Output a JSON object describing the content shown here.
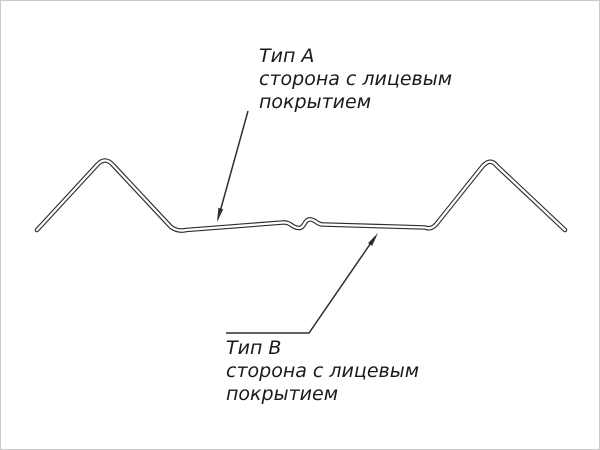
{
  "diagram": {
    "title": "Metal profile cross-section with coating side callouts",
    "labels": {
      "type_a": {
        "title": "Тип А",
        "line2": "сторона с лицевым",
        "line3": "покрытием"
      },
      "type_b": {
        "title": "Тип В",
        "line2": "сторона с лицевым",
        "line3": "покрытием"
      }
    },
    "colors": {
      "line": "#2e2e2e",
      "text": "#1a1a1a",
      "background": "#ffffff"
    }
  }
}
